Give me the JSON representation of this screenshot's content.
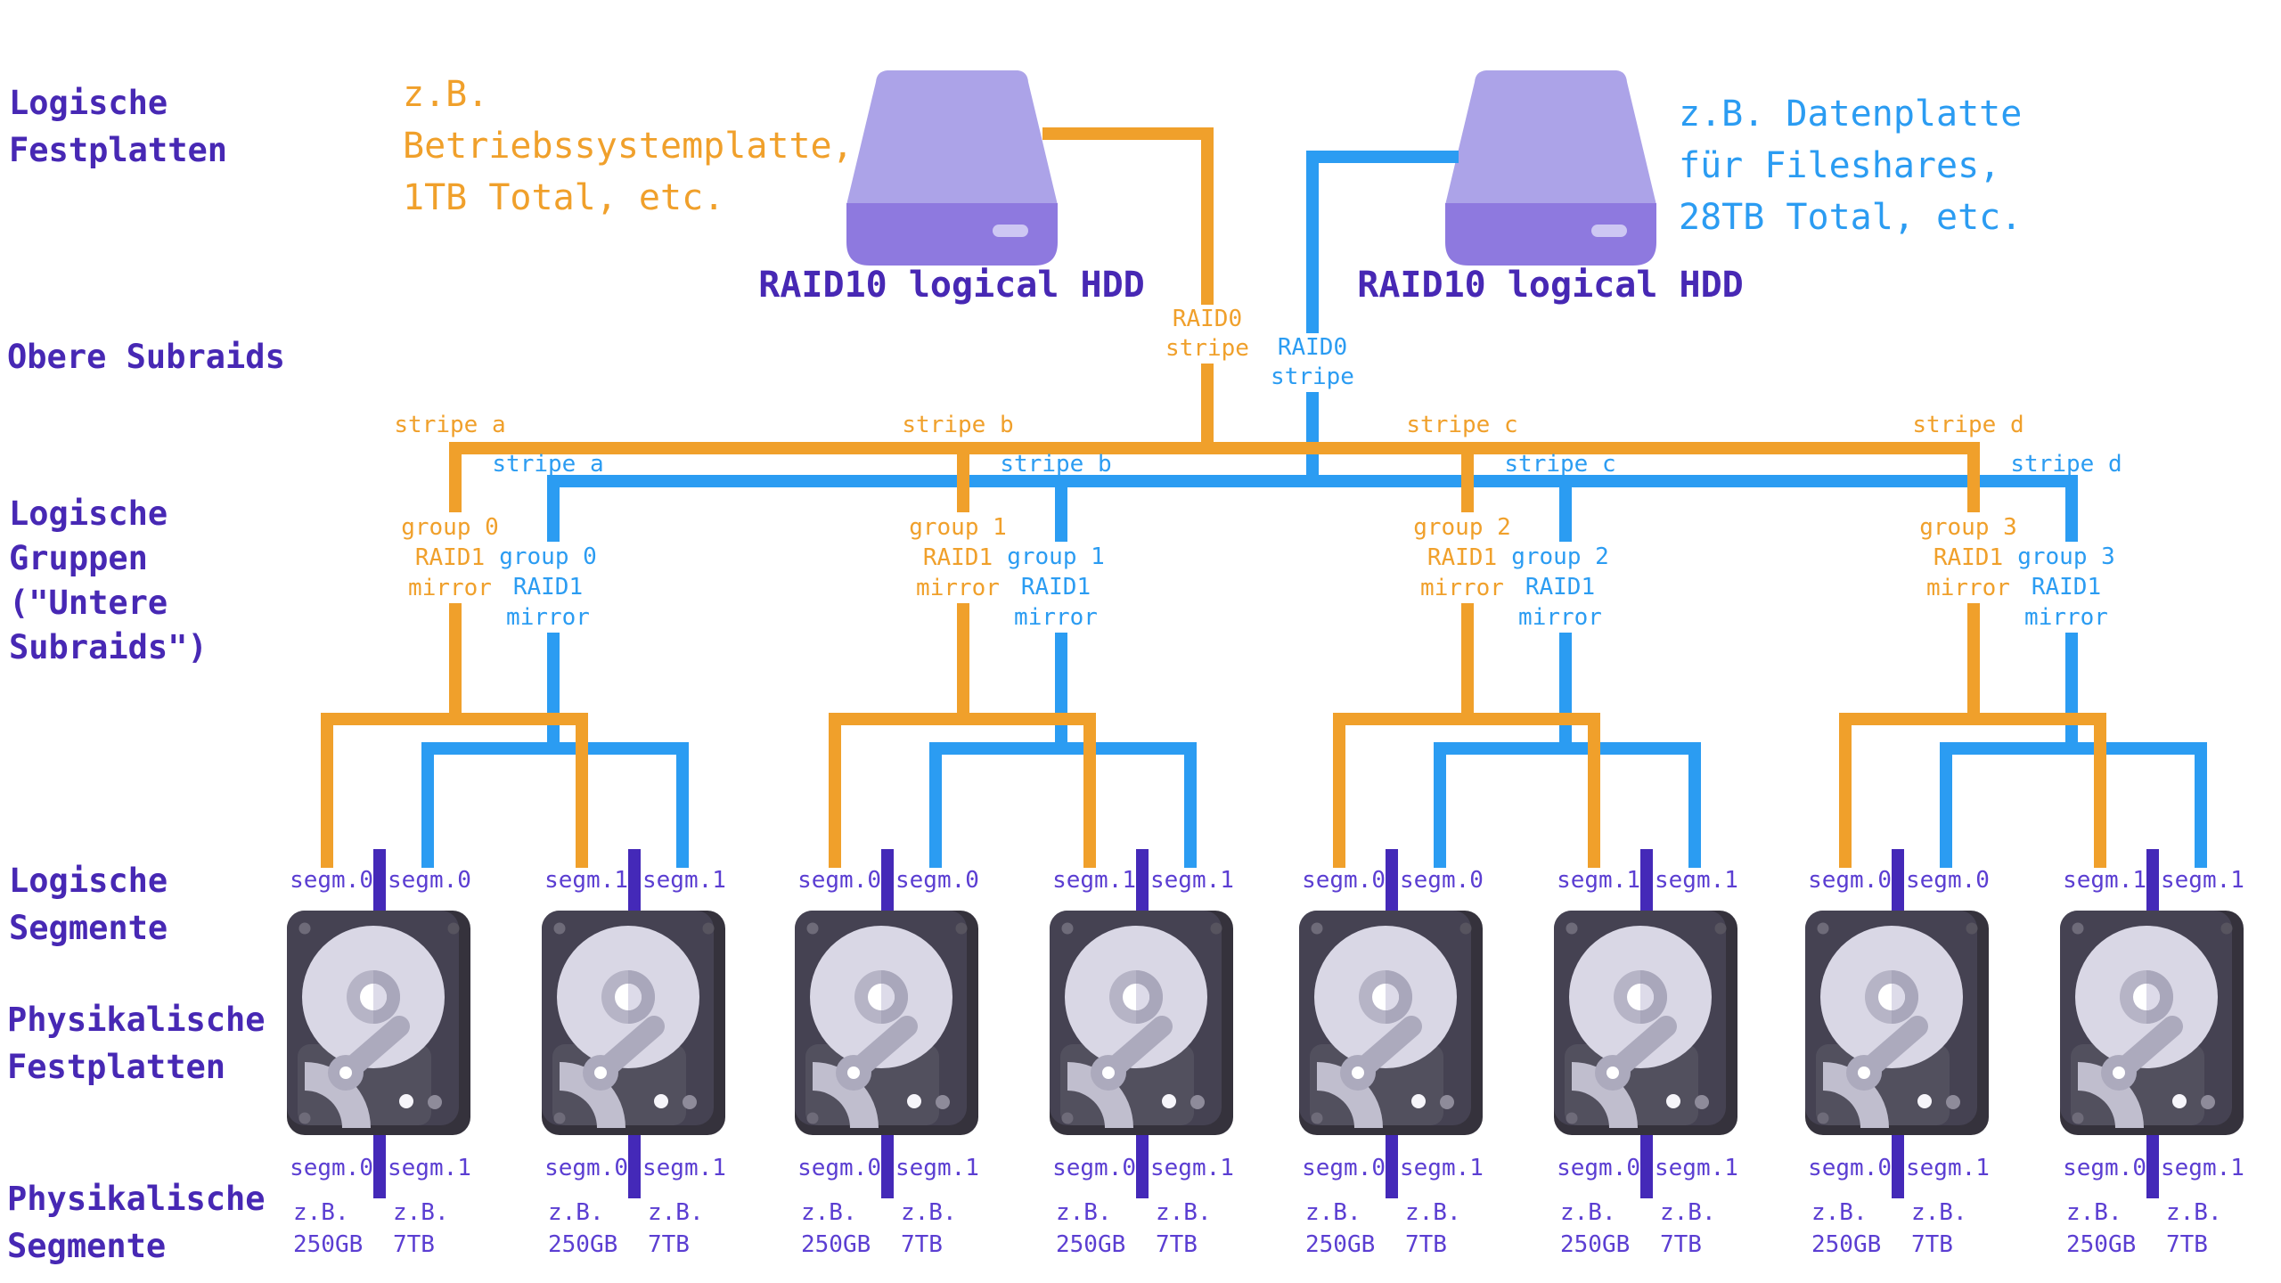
{
  "colors": {
    "orange": "#F0A02B",
    "blue": "#2B9CF2",
    "purple_heading": "#4728B4",
    "purple_label": "#5B3ED2",
    "purple_bar": "#4429B8",
    "hdd_top": "#ACA3E8",
    "hdd_base": "#8E79DF",
    "disk_case": "#454252"
  },
  "headings": {
    "logical_disks": "Logische\nFestplatten",
    "upper_subraids": "Obere Subraids",
    "logical_groups": "Logische\nGruppen\n(\"Untere\nSubraids\")",
    "logical_segments": "Logische\nSegmente",
    "physical_disks": "Physikalische\nFestplatten",
    "physical_segments": "Physikalische\nSegmente"
  },
  "annotations": {
    "os_disk": "z.B.\nBetriebssystemplatte,\n1TB Total, etc.",
    "data_disk": "z.B. Datenplatte\nfür Fileshares,\n28TB Total, etc."
  },
  "hdds": {
    "left_label": "RAID10 logical HDD",
    "right_label": "RAID10 logical HDD"
  },
  "raid0": {
    "orange": "RAID0\nstripe",
    "blue": "RAID0\nstripe"
  },
  "stripes": [
    {
      "orange_label": "stripe a",
      "blue_label": "stripe a",
      "orange_group": [
        "group 0",
        "RAID1",
        "mirror"
      ],
      "blue_group": [
        "group 0",
        "RAID1",
        "mirror"
      ]
    },
    {
      "orange_label": "stripe b",
      "blue_label": "stripe b",
      "orange_group": [
        "group 1",
        "RAID1",
        "mirror"
      ],
      "blue_group": [
        "group 1",
        "RAID1",
        "mirror"
      ]
    },
    {
      "orange_label": "stripe c",
      "blue_label": "stripe c",
      "orange_group": [
        "group 2",
        "RAID1",
        "mirror"
      ],
      "blue_group": [
        "group 2",
        "RAID1",
        "mirror"
      ]
    },
    {
      "orange_label": "stripe d",
      "blue_label": "stripe d",
      "orange_group": [
        "group 3",
        "RAID1",
        "mirror"
      ],
      "blue_group": [
        "group 3",
        "RAID1",
        "mirror"
      ]
    }
  ],
  "disks": [
    {
      "top": [
        "segm.0",
        "segm.0"
      ],
      "bottom": [
        "segm.0",
        "segm.1"
      ],
      "examples": [
        "z.B.",
        "z.B."
      ],
      "sizes": [
        "250GB",
        "7TB"
      ]
    },
    {
      "top": [
        "segm.1",
        "segm.1"
      ],
      "bottom": [
        "segm.0",
        "segm.1"
      ],
      "examples": [
        "z.B.",
        "z.B."
      ],
      "sizes": [
        "250GB",
        "7TB"
      ]
    },
    {
      "top": [
        "segm.0",
        "segm.0"
      ],
      "bottom": [
        "segm.0",
        "segm.1"
      ],
      "examples": [
        "z.B.",
        "z.B."
      ],
      "sizes": [
        "250GB",
        "7TB"
      ]
    },
    {
      "top": [
        "segm.1",
        "segm.1"
      ],
      "bottom": [
        "segm.0",
        "segm.1"
      ],
      "examples": [
        "z.B.",
        "z.B."
      ],
      "sizes": [
        "250GB",
        "7TB"
      ]
    },
    {
      "top": [
        "segm.0",
        "segm.0"
      ],
      "bottom": [
        "segm.0",
        "segm.1"
      ],
      "examples": [
        "z.B.",
        "z.B."
      ],
      "sizes": [
        "250GB",
        "7TB"
      ]
    },
    {
      "top": [
        "segm.1",
        "segm.1"
      ],
      "bottom": [
        "segm.0",
        "segm.1"
      ],
      "examples": [
        "z.B.",
        "z.B."
      ],
      "sizes": [
        "250GB",
        "7TB"
      ]
    },
    {
      "top": [
        "segm.0",
        "segm.0"
      ],
      "bottom": [
        "segm.0",
        "segm.1"
      ],
      "examples": [
        "z.B.",
        "z.B."
      ],
      "sizes": [
        "250GB",
        "7TB"
      ]
    },
    {
      "top": [
        "segm.1",
        "segm.1"
      ],
      "bottom": [
        "segm.0",
        "segm.1"
      ],
      "examples": [
        "z.B.",
        "z.B."
      ],
      "sizes": [
        "250GB",
        "7TB"
      ]
    }
  ],
  "icons": {
    "logical_hdd": "hdd-drive-icon",
    "physical_disk": "hard-disk-platter-icon",
    "segment_bar": "segment-bar"
  }
}
